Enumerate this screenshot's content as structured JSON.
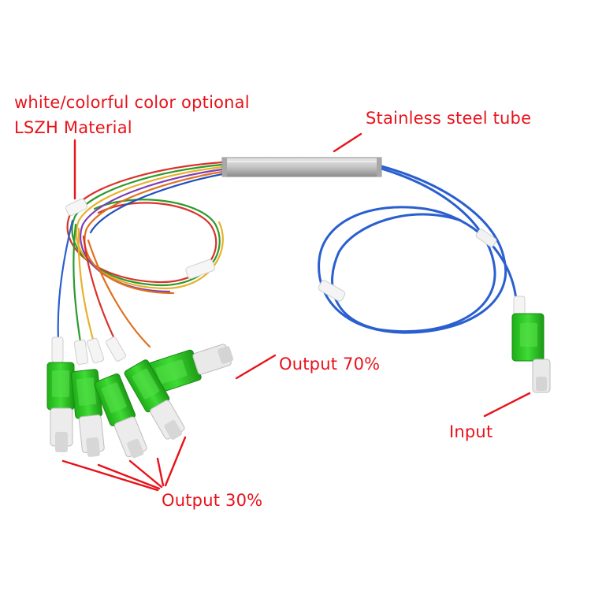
{
  "labels": {
    "cable_note_line1": "white/colorful color optional",
    "cable_note_line2": "LSZH Material",
    "tube": "Stainless steel tube",
    "output_high": "Output 70%",
    "input": "Input",
    "output_low": "Output 30%"
  },
  "colors": {
    "annotation": "#e8121a",
    "connector_green": "#2ecc22",
    "fiber_blue": "#2a5fd0",
    "tube_steel": "#b9b9b9",
    "fiber_palette": [
      "#d8332a",
      "#2c9a2c",
      "#e8b12a",
      "#7a3fb5",
      "#e07020",
      "#1f4fc0"
    ]
  },
  "icons": {
    "connector": "sc-apc-connector-icon",
    "tube": "steel-tube-icon"
  }
}
